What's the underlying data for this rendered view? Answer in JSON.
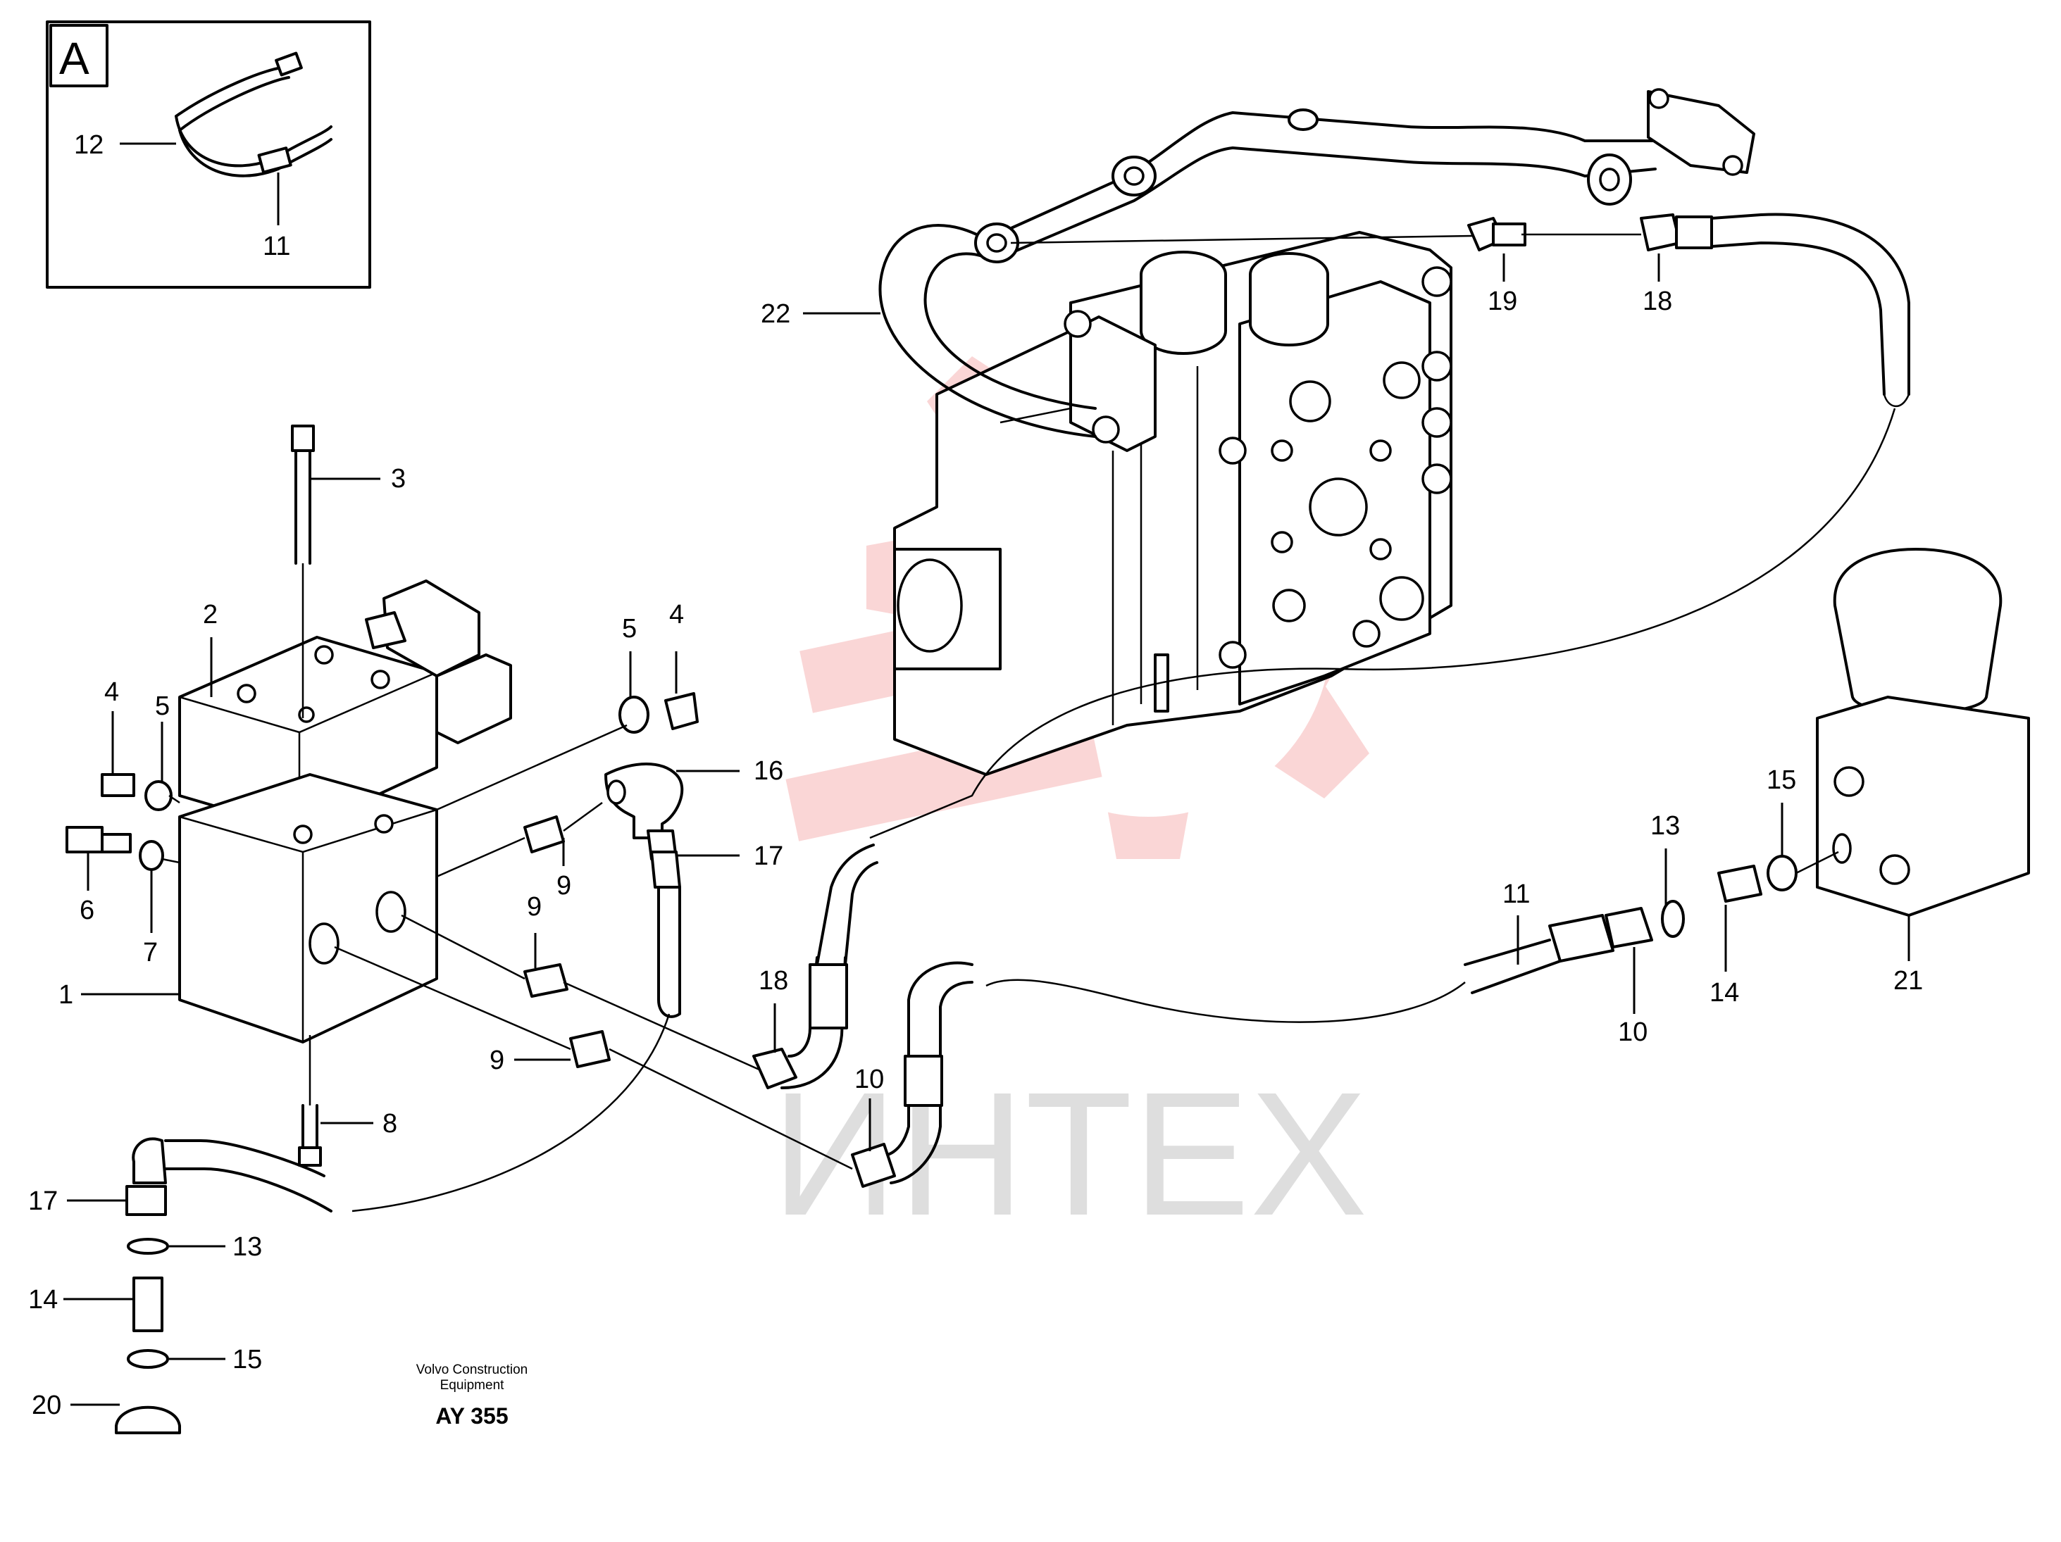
{
  "inset": {
    "letter": "A",
    "labels": [
      "12",
      "11"
    ]
  },
  "callouts": [
    "1",
    "2",
    "3",
    "4",
    "5",
    "6",
    "7",
    "8",
    "9",
    "9",
    "9",
    "10",
    "10",
    "11",
    "13",
    "13",
    "14",
    "14",
    "15",
    "15",
    "16",
    "17",
    "17",
    "18",
    "18",
    "19",
    "20",
    "21",
    "22",
    "4",
    "5"
  ],
  "labels": {
    "l1": "1",
    "l2": "2",
    "l3": "3",
    "l4a": "4",
    "l4b": "4",
    "l5a": "5",
    "l5b": "5",
    "l6": "6",
    "l7": "7",
    "l8": "8",
    "l9a": "9",
    "l9b": "9",
    "l9c": "9",
    "l10a": "10",
    "l10b": "10",
    "l11": "11",
    "l13a": "13",
    "l13b": "13",
    "l14a": "14",
    "l14b": "14",
    "l15a": "15",
    "l15b": "15",
    "l16": "16",
    "l17a": "17",
    "l17b": "17",
    "l18a": "18",
    "l18b": "18",
    "l19": "19",
    "l20": "20",
    "l21": "21",
    "l22": "22"
  },
  "caption": {
    "company_line1": "Volvo Construction",
    "company_line2": "Equipment",
    "code": "AY 355"
  },
  "watermark": {
    "text": "ИНТЕХ",
    "gear_color": "#f4a6a6",
    "text_color": "#d9d9d9"
  }
}
